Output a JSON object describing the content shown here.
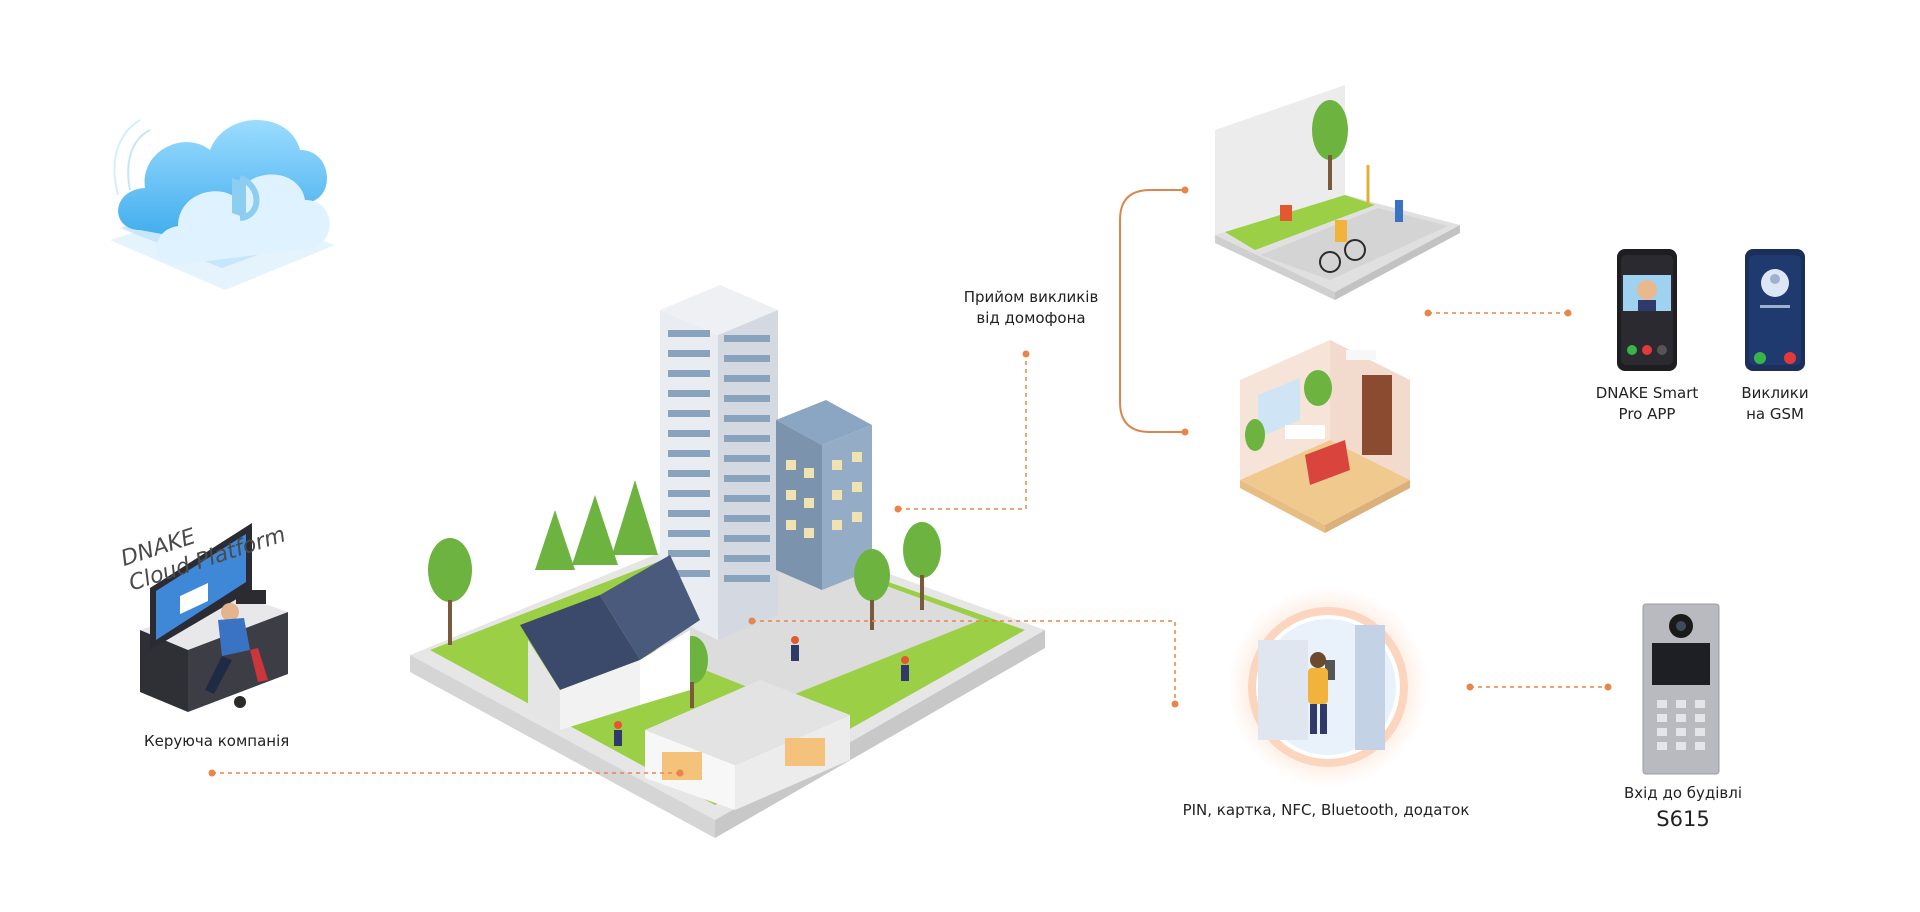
{
  "platform_title": [
    "DNAKE",
    "Cloud Platform"
  ],
  "labels": {
    "management": "Керуюча компанія",
    "call_receive": [
      "Прийом викликів",
      "від домофона"
    ],
    "app": [
      "DNAKE Smart",
      "Pro APP"
    ],
    "gsm": [
      "Виклики",
      "на GSM"
    ],
    "access": "PIN, картка, NFC, Bluetooth, додаток",
    "entrance": "Вхід до будівлі",
    "model": "S615"
  },
  "colors": {
    "connector": "#e8864a",
    "bracket": "#d9874f",
    "grass": "#9bcf45",
    "cloud": "#5ab7ee",
    "text": "#222222"
  },
  "icons": [
    "cloud-logo-icon",
    "office-worker-icon",
    "city-block-icon",
    "park-scene-icon",
    "home-room-icon",
    "door-access-icon",
    "smartphone-app-icon",
    "smartphone-gsm-icon",
    "intercom-panel-icon"
  ]
}
